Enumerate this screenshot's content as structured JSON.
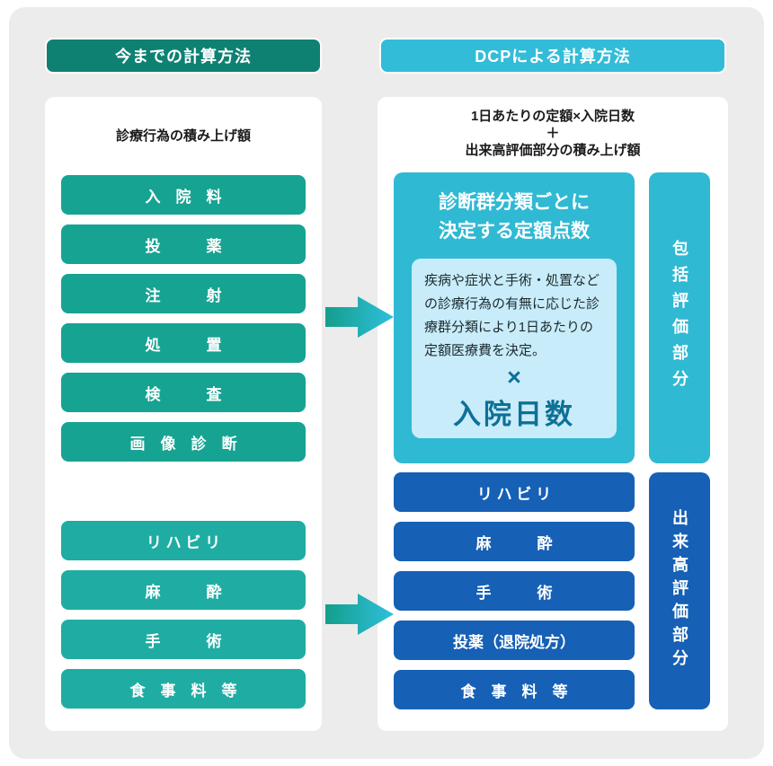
{
  "legacy": {
    "header": "今までの計算方法",
    "subtitle": "診療行為の積み上げ額",
    "bundled_items": [
      "入　院　料",
      "投　　　薬",
      "注　　　射",
      "処　　　置",
      "検　　　査",
      "画　像　診　断"
    ],
    "fee_items": [
      "リ ハ ビ リ",
      "麻　　　酔",
      "手　　　術",
      "食　事　料　等"
    ]
  },
  "dcp": {
    "header": "DCPによる計算方法",
    "formula_line1": "1日あたりの定額×入院日数",
    "formula_plus": "＋",
    "formula_line2": "出来高評価部分の積み上げ額",
    "flat_fee": {
      "title_line1": "診断群分類ごとに",
      "title_line2": "決定する定額点数",
      "description": "疾病や症状と手術・処置などの診療行為の有無に応じた診療群分類により1日あたりの定額医療費を決定。",
      "multiply_sign": "×",
      "days_label": "入院日数"
    },
    "bundled_label": "包括評価部分",
    "fee_items": [
      "リ ハ ビ リ",
      "麻　　　酔",
      "手　　　術",
      "投薬（退院処方）",
      "食　事　料　等"
    ],
    "fee_label": "出来高評価部分"
  },
  "colors": {
    "background_gray": "#ececec",
    "legacy_header_teal": "#0e8173",
    "legacy_bar_teal_top": "#17a392",
    "legacy_bar_teal_bottom": "#1fada3",
    "dcp_cyan": "#30b9d3",
    "dcp_header_cyan": "#33bcd7",
    "inner_box_light_blue": "#c8ecf9",
    "inner_text_dark_blue": "#0e7096",
    "dcp_bar_blue": "#1660b5",
    "arrow_gradient_start": "#149e8c",
    "arrow_gradient_end": "#2fc0dc"
  }
}
